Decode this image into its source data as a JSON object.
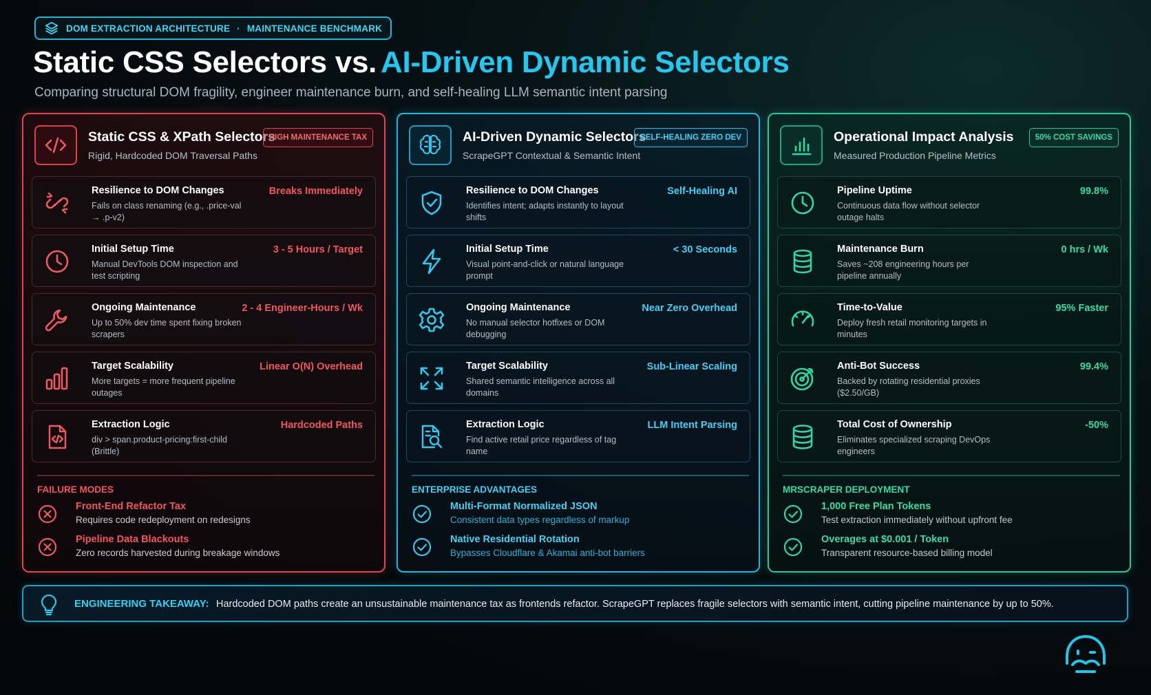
{
  "header": {
    "kicker_left": "DOM EXTRACTION ARCHITECTURE",
    "kicker_dot": "·",
    "kicker_right": "MAINTENANCE BENCHMARK",
    "title_static": "Static CSS Selectors vs.",
    "title_ai": "AI-Driven Dynamic Selectors",
    "subtitle": "Comparing structural DOM fragility, engineer maintenance burn, and self-healing LLM semantic intent parsing"
  },
  "colors": {
    "static_accent": "#e0474f",
    "ai_accent": "#1fb6dc",
    "impact_accent": "#22c99b"
  },
  "static_panel": {
    "icon": "code-icon",
    "title": "Static CSS & XPath Selectors",
    "subtitle": "Rigid, Hardcoded DOM Traversal Paths",
    "badge": "HIGH MAINTENANCE TAX",
    "rows": [
      {
        "icon": "broken-link-icon",
        "label": "Resilience to DOM Changes",
        "desc": "Fails on class renaming (e.g., .price-val → .p-v2)",
        "value": "Breaks Immediately"
      },
      {
        "icon": "clock-icon",
        "label": "Initial Setup Time",
        "desc": "Manual DevTools DOM inspection and test scripting",
        "value": "3 - 5 Hours / Target"
      },
      {
        "icon": "wrench-icon",
        "label": "Ongoing Maintenance",
        "desc": "Up to 50% dev time spent fixing broken scrapers",
        "value": "2 - 4 Engineer-Hours / Wk"
      },
      {
        "icon": "bar-chart-icon",
        "label": "Target Scalability",
        "desc": "More targets = more frequent pipeline outages",
        "value": "Linear O(N) Overhead"
      },
      {
        "icon": "code-file-icon",
        "label": "Extraction Logic",
        "desc": "div > span.product-pricing:first-child (Brittle)",
        "value": "Hardcoded Paths"
      }
    ],
    "section_title": "FAILURE MODES",
    "items": [
      {
        "icon": "x-circle-icon",
        "title": "Front-End Refactor Tax",
        "desc": "Requires code redeployment on redesigns"
      },
      {
        "icon": "x-circle-icon",
        "title": "Pipeline Data Blackouts",
        "desc": "Zero records harvested during breakage windows"
      }
    ]
  },
  "ai_panel": {
    "icon": "brain-icon",
    "title": "AI-Driven Dynamic Selectors",
    "subtitle": "ScrapeGPT Contextual & Semantic Intent",
    "badge": "SELF-HEALING ZERO DEV",
    "rows": [
      {
        "icon": "shield-check-icon",
        "label": "Resilience to DOM Changes",
        "desc": "Identifies intent; adapts instantly to layout shifts",
        "value": "Self-Healing AI"
      },
      {
        "icon": "lightning-icon",
        "label": "Initial Setup Time",
        "desc": "Visual point-and-click or natural language prompt",
        "value": "< 30 Seconds"
      },
      {
        "icon": "gear-icon",
        "label": "Ongoing Maintenance",
        "desc": "No manual selector hotfixes or DOM debugging",
        "value": "Near Zero Overhead"
      },
      {
        "icon": "expand-icon",
        "label": "Target Scalability",
        "desc": "Shared semantic intelligence across all domains",
        "value": "Sub-Linear Scaling"
      },
      {
        "icon": "document-search-icon",
        "label": "Extraction Logic",
        "desc": "Find active retail price regardless of tag name",
        "value": "LLM Intent Parsing"
      }
    ],
    "section_title": "ENTERPRISE ADVANTAGES",
    "items": [
      {
        "icon": "check-circle-icon",
        "title": "Multi-Format Normalized JSON",
        "desc": "Consistent data types regardless of markup"
      },
      {
        "icon": "check-circle-icon",
        "title": "Native Residential Rotation",
        "desc": "Bypasses Cloudflare & Akamai anti-bot barriers"
      }
    ]
  },
  "impact_panel": {
    "icon": "bar-chart-icon",
    "title": "Operational Impact Analysis",
    "subtitle": "Measured Production Pipeline Metrics",
    "badge": "50% COST SAVINGS",
    "rows": [
      {
        "icon": "clock-icon",
        "label": "Pipeline Uptime",
        "desc": "Continuous data flow without selector outage halts",
        "value": "99.8%"
      },
      {
        "icon": "database-icon",
        "label": "Maintenance Burn",
        "desc": "Saves ~208 engineering hours per pipeline annually",
        "value": "0 hrs / Wk"
      },
      {
        "icon": "speedometer-icon",
        "label": "Time-to-Value",
        "desc": "Deploy fresh retail monitoring targets in minutes",
        "value": "95% Faster"
      },
      {
        "icon": "target-icon",
        "label": "Anti-Bot Success",
        "desc": "Backed by rotating residential proxies ($2.50/GB)",
        "value": "99.4%"
      },
      {
        "icon": "database-icon",
        "label": "Total Cost of Ownership",
        "desc": "Eliminates specialized scraping DevOps engineers",
        "value": "-50%"
      }
    ],
    "section_title": "MRSCRAPER DEPLOYMENT",
    "items": [
      {
        "icon": "check-circle-icon",
        "title": "1,000 Free Plan Tokens",
        "desc": "Test extraction immediately without upfront fee"
      },
      {
        "icon": "check-circle-icon",
        "title": "Overages at $0.001 / Token",
        "desc": "Transparent resource-based billing model"
      }
    ]
  },
  "takeaway": {
    "icon": "lightbulb-icon",
    "label": "ENGINEERING TAKEAWAY:",
    "text": "Hardcoded DOM paths create an unsustainable maintenance tax as frontends refactor. ScrapeGPT replaces fragile selectors with semantic intent, cutting pipeline maintenance by up to 50%."
  },
  "logo": {
    "icon": "mrscraper-mascot-icon"
  }
}
